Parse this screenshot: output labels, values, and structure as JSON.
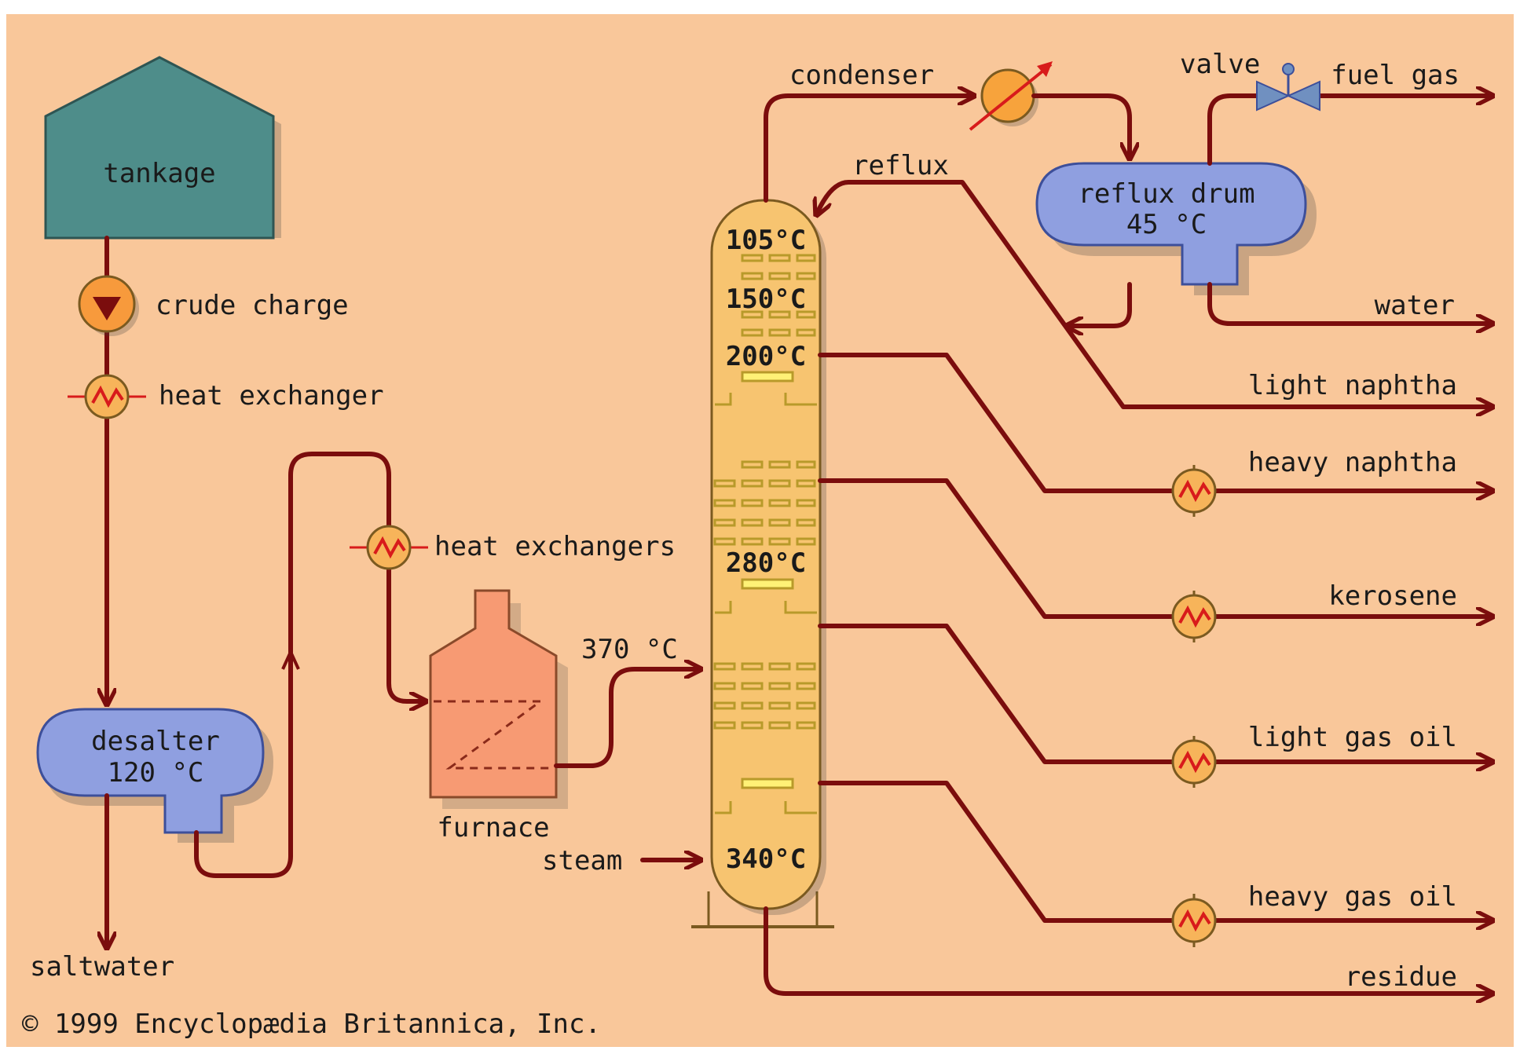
{
  "labels": {
    "tankage": "tankage",
    "crude_charge": "crude charge",
    "heat_exchanger": "heat exchanger",
    "heat_exchangers": "heat exchangers",
    "desalter_name": "desalter",
    "desalter_temp": "120 °C",
    "saltwater": "saltwater",
    "furnace": "furnace",
    "furnace_out_temp": "370 °C",
    "steam": "steam",
    "condenser": "condenser",
    "valve": "valve",
    "reflux": "reflux",
    "reflux_drum_name": "reflux drum",
    "reflux_drum_temp": "45 °C",
    "copyright": "© 1999 Encyclopædia Britannica, Inc."
  },
  "column_temperatures": [
    "105°C",
    "150°C",
    "200°C",
    "280°C",
    "340°C"
  ],
  "products": [
    "fuel gas",
    "water",
    "light naphtha",
    "heavy naphtha",
    "kerosene",
    "light gas oil",
    "heavy gas oil",
    "residue"
  ],
  "colors": {
    "background": "#f9c79a",
    "pipe": "#7b0d0d",
    "tankage": "#4e8d8a",
    "vessel": "#8f9fe0",
    "column": "#f7c470",
    "furnace": "#f79a73",
    "heat_exchanger": "#f7b45a",
    "pump": "#f79a3c",
    "valve": "#7090c0"
  }
}
